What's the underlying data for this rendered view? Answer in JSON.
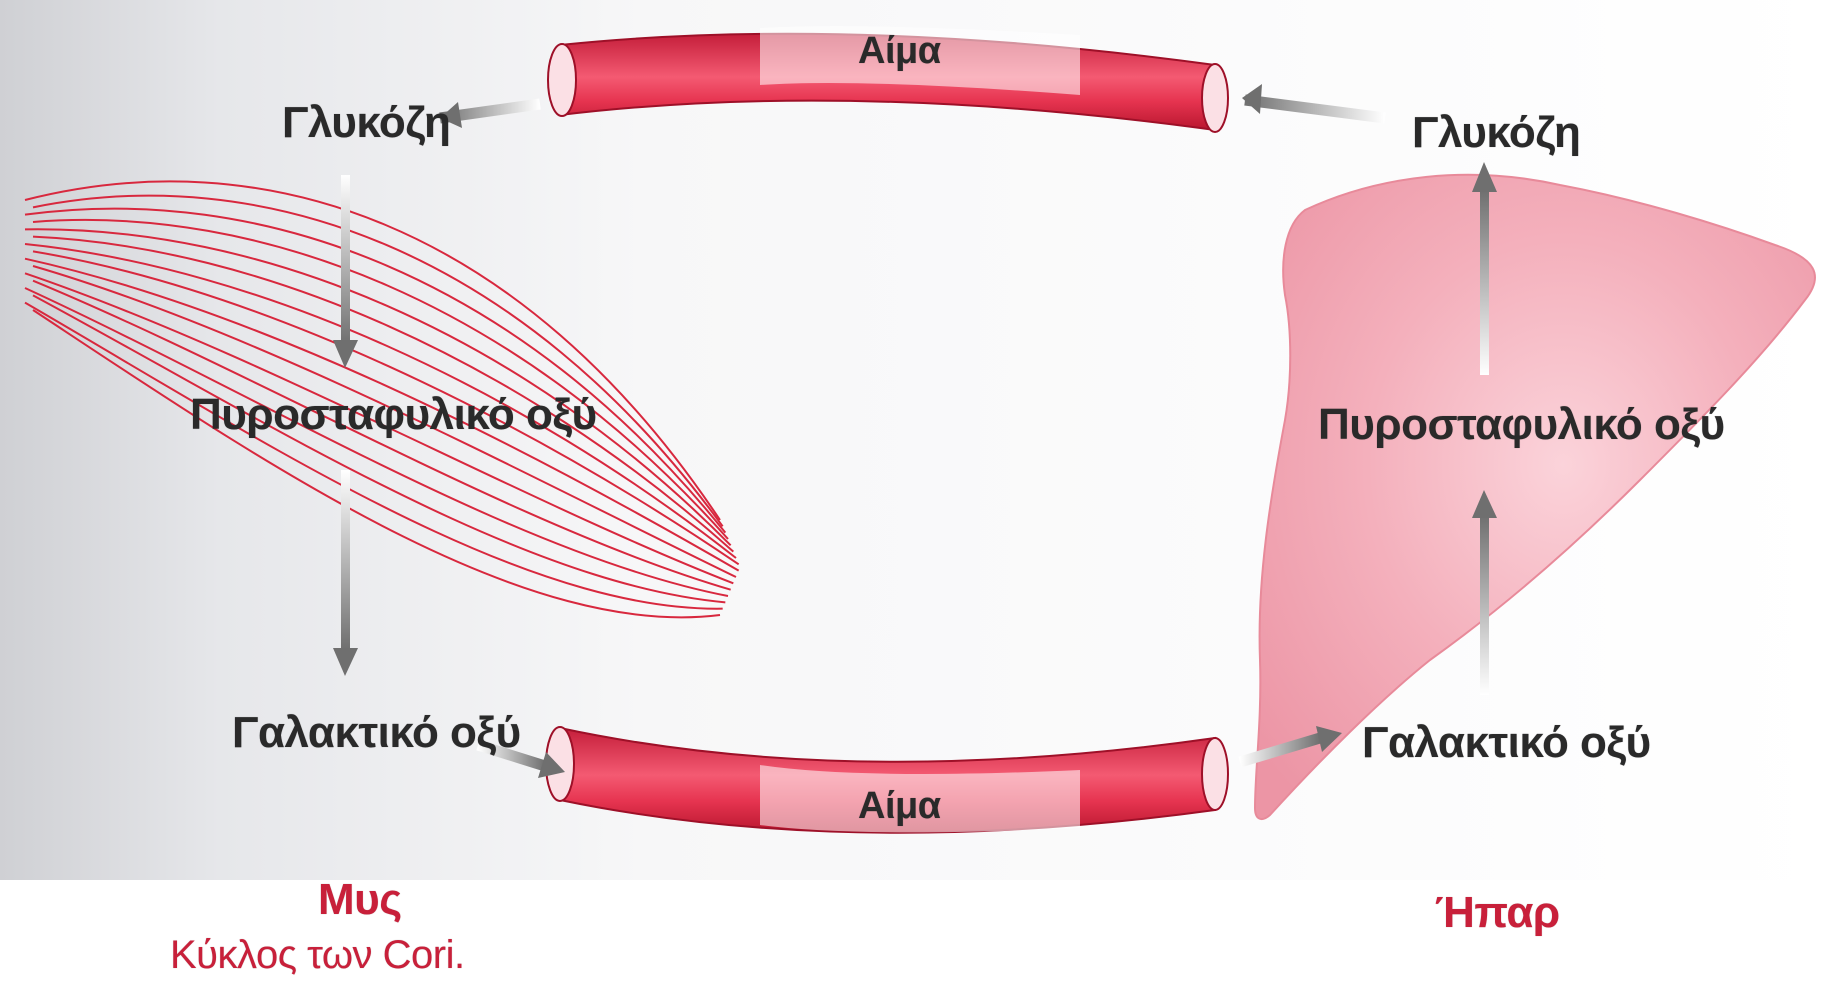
{
  "labels": {
    "blood_top": "Αίμα",
    "blood_bottom": "Αίμα",
    "glucose_left": "Γλυκόζη",
    "glucose_right": "Γλυκόζη",
    "pyruvate_left": "Πυροσταφυλικό οξύ",
    "pyruvate_right": "Πυροσταφυλικό οξύ",
    "lactate_left": "Γαλακτικό οξύ",
    "lactate_right": "Γαλακτικό οξύ",
    "muscle": "Μυς",
    "liver": "Ήπαρ",
    "caption": "Κύκλος των Cori."
  },
  "colors": {
    "vessel": "#e8334f",
    "muscle_line": "#d8283e",
    "liver": "#f2aab6",
    "red_text": "#c8203a",
    "arrow": "#777777"
  }
}
